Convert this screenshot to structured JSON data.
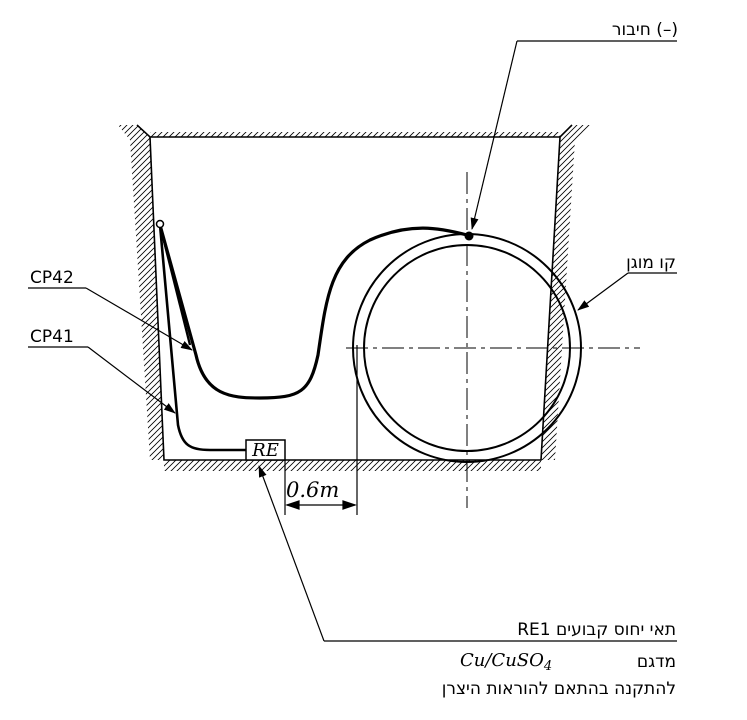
{
  "labels": {
    "minus_connection": "חיבור (–)",
    "protected_line": "קו מוגן",
    "cp42": "CP42",
    "cp41": "CP41",
    "re_box": "RE",
    "distance": "0.6m",
    "ref_cell": "RE1 תאי יחוס קבועים",
    "model_word": "מדגם",
    "model_formula": "Cu/CuSO",
    "model_subscript": "4",
    "install_note": "להתקנה בהתאם להוראות היצרן"
  }
}
